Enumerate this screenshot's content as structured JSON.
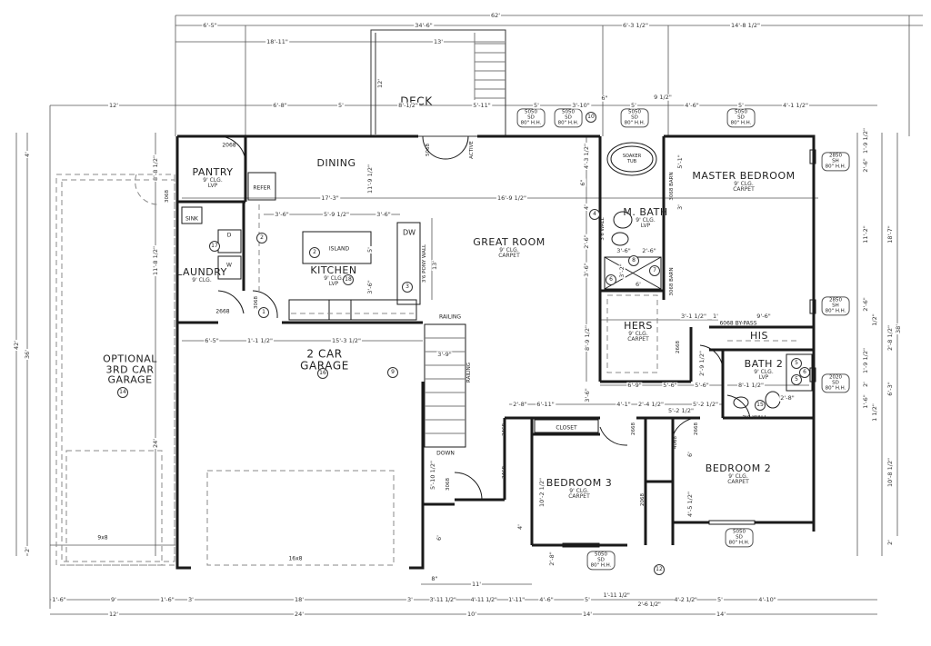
{
  "rooms": {
    "deck": {
      "name": "DECK"
    },
    "dining": {
      "name": "DINING"
    },
    "pantry": {
      "name": "PANTRY",
      "clg": "9' CLG.",
      "floor": "LVP"
    },
    "laundry": {
      "name": "LAUNDRY",
      "clg": "9' CLG."
    },
    "kitchen": {
      "name": "KITCHEN",
      "clg": "9' CLG.",
      "floor": "LVP"
    },
    "great_room": {
      "name": "GREAT ROOM",
      "clg": "9' CLG.",
      "floor": "CARPET"
    },
    "master_bedroom": {
      "name": "MASTER BEDROOM",
      "clg": "9' CLG.",
      "floor": "CARPET"
    },
    "master_bath": {
      "name": "M. BATH",
      "clg": "9' CLG.",
      "floor": "LVP"
    },
    "hers": {
      "name": "HERS",
      "clg": "9' CLG.",
      "floor": "CARPET"
    },
    "his": {
      "name": "HIS"
    },
    "bath2": {
      "name": "BATH 2",
      "clg": "9' CLG.",
      "floor": "LVP"
    },
    "bedroom2": {
      "name": "BEDROOM 2",
      "clg": "9' CLG.",
      "floor": "CARPET"
    },
    "bedroom3": {
      "name": "BEDROOM 3",
      "clg": "9' CLG.",
      "floor": "CARPET"
    },
    "garage2": {
      "name1": "2 CAR",
      "name2": "GARAGE"
    },
    "garage3": {
      "name1": "OPTIONAL",
      "name2": "3RD CAR",
      "name3": "GARAGE"
    }
  },
  "fixtures": {
    "island": "ISLAND",
    "dw": "DW",
    "refer": "REFER",
    "sink": "SINK",
    "dryer": "D",
    "washer": "W",
    "soaker_tub": "SOAKER TUB",
    "closet": "CLOSET",
    "railing1": "RAILING",
    "railing2": "RAILING",
    "down": "DOWN",
    "bypass": "6068 BY-PASS",
    "pony_wall_kitchen": "3'6 PONY WALL",
    "pony_wall_mbath": "3'6 WALL",
    "pony_wall_bath2": "3'6 WALL",
    "barn1": "3068 BARN",
    "barn2": "3068 BARN",
    "garage_door_2car": "16x8",
    "garage_door_3car": "9x8"
  },
  "doors": {
    "pantry": "2068",
    "laundry": "2668",
    "garage_entry": "3068",
    "deck_slider": "5068",
    "active": "ACTIVE",
    "closet_bypass": "5068",
    "hers": "2668",
    "bed3_closet1": "3468",
    "bed3_closet2": "3468",
    "bed3": "2668",
    "bed2a": "2668",
    "bed2b": "4068",
    "bed2c": "2068",
    "entry": "3068",
    "optional": "3068"
  },
  "windows": {
    "w1": [
      "5050",
      "SD",
      "80\" H.H."
    ],
    "w2": [
      "5050",
      "SD",
      "80\" H.H."
    ],
    "w3": [
      "5050",
      "SD",
      "80\" H.H."
    ],
    "w4": [
      "5050",
      "SD",
      "80\" H.H."
    ],
    "mb1": [
      "2850",
      "SH",
      "80\" H.H."
    ],
    "mb2": [
      "2850",
      "SH",
      "80\" H.H."
    ],
    "bath2": [
      "2020",
      "SD",
      "80\" H.H."
    ],
    "bed3": [
      "5050",
      "SD",
      "80\" H.H."
    ],
    "bed2": [
      "5050",
      "SD",
      "80\" H.H."
    ]
  },
  "tags": {
    "t1": "1",
    "t2": "2",
    "t3": "2",
    "t4": "3",
    "t5": "18",
    "t6": "17",
    "t7": "4",
    "t8": "8",
    "t9": "7",
    "t10": "6",
    "t11": "16",
    "t12": "9",
    "t13": "14",
    "t14": "12",
    "t15": "10",
    "t16": "5",
    "t17": "6",
    "t18": "5",
    "t19": "15"
  },
  "dimensions": {
    "top": {
      "overall": "62'",
      "d1": "6'-5\"",
      "d2": "34'-6\"",
      "d3": "6'-3 1/2\"",
      "d4": "14'-8 1/2\"",
      "d5": "18'-11\"",
      "d6": "13'",
      "d7": "12'",
      "row3": [
        "6'-8\"",
        "5'",
        "8'-1/2\"",
        "5'-11\"",
        "5'",
        "3'-10\"",
        "6\"",
        "5'",
        "9 1/2\"",
        "4'-6\"",
        "5'",
        "4'-1 1/2\""
      ],
      "deck_depth": "12'"
    },
    "interior": {
      "dining_width": "17'-3\"",
      "great_width": "16'-9 1/2\"",
      "k1": "3'-6\"",
      "k2": "5'-9 1/2\"",
      "k3": "3'-6\"",
      "kitchen_depth": "13'",
      "island_v": "5'",
      "kv2": "3'-6\"",
      "dining_v": "11'-9 1/2\"",
      "g1": "6'-5\"",
      "g2": "1'-1 1/2\"",
      "g3": "15'-3 1/2\"",
      "stair": "3'-9\"",
      "mb_v1": "5'-1\"",
      "mb_v2": "3'",
      "mb_w": "9'-6\"",
      "mb_w2": "3'-1 1/2\"",
      "mb_w3": "1'",
      "mbath1": "4'-3 1/2\"",
      "mbath2": "6\"",
      "mbath3": "4'",
      "mbath4": "2'-6\"",
      "mbath5": "3'-6\"",
      "mbath6": "3'-6\"",
      "mbath7": "2'-6\"",
      "shower": "6'",
      "shower_d": "3'-2\"",
      "hers_v": "8'-9 1/2\"",
      "hers_w": "6'-9\"",
      "hers_w2": "5'-6\"",
      "hers_w3": "3'-6\"",
      "hers_v2": "2'-9 1/2\"",
      "hall1": "2'-8\"",
      "hall2": "6'-11\"",
      "hall3": "4'-1\"",
      "hall4": "2'-4 1/2\"",
      "hall5": "5'-2 1/2\"",
      "bath2_w": "8'-1 1/2\"",
      "bath2_w2": "2'-8\"",
      "bath2_v": "5'-6\"",
      "bath2_v2": "5'-2 1/2\"",
      "bed3_v": "10'-2 1/2\"",
      "bed3_v2": "4'",
      "bed3_v3": "2'-8\"",
      "bed2_v": "4'-5 1/2\"",
      "bed2_v2": "6'",
      "entry_v": "5'-10 1/2\"",
      "entry_v2": "6'",
      "entry_w": "8\"",
      "entry_w2": "11'"
    },
    "right": {
      "r1": "1'-9 1/2\"",
      "r2": "2'-6\"",
      "r3": "11'-2\"",
      "r4": "2'-6\"",
      "r5": "1/2\"",
      "r6": "18'-7\"",
      "r7": "2'-8 1/2\"",
      "r8": "1'-9 1/2\"",
      "r9": "2'",
      "r10": "1'-6\"",
      "r11": "1 1/2\"",
      "r12": "6'-3\"",
      "r13": "10'-8 1/2\"",
      "r14": "2'",
      "overall": "38'"
    },
    "left": {
      "l1": "4'",
      "l2": "36'",
      "l3": "42'",
      "l4": "2'",
      "l5": "8'-8 1/2\"",
      "l6": "11'-8 1/2\"",
      "l7": "24'",
      "door": "3068"
    },
    "bottom": {
      "b1": "1'-6\"",
      "b2": "9'",
      "b3": "1'-6\"",
      "b4": "3'",
      "b5": "18'",
      "b6": "3'",
      "b7": "3'-11 1/2\"",
      "b8": "4'-11 1/2\"",
      "b9": "1'-11\"",
      "b10": "4'-6\"",
      "b11": "5'",
      "b12": "1'-11 1/2\"",
      "b13": "2'-6 1/2\"",
      "b14": "4'-2 1/2\"",
      "b15": "5'",
      "b16": "4'-10\"",
      "c1": "12'",
      "c2": "24'",
      "c3": "10'",
      "c4": "14'",
      "c5": "14'"
    }
  },
  "colors": {
    "wall": "#1a1a1a",
    "line": "#444444",
    "dash": "#888888",
    "background": "#ffffff"
  }
}
